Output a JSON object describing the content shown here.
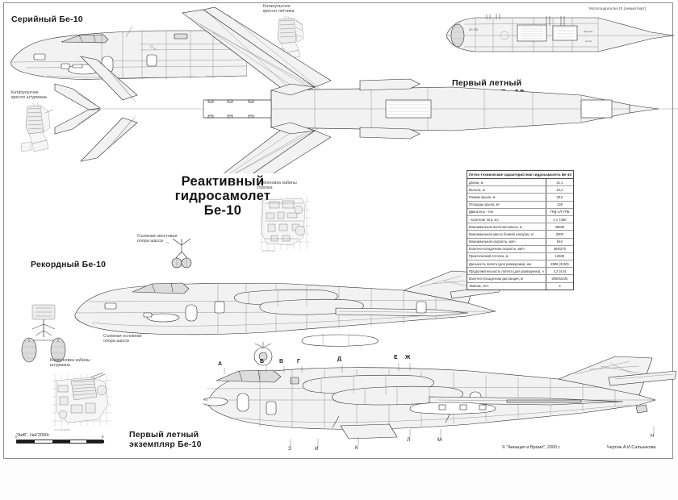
{
  "sheet": {
    "background": "#ffffff",
    "frame_color": "#8d8d8d"
  },
  "title": {
    "main": "Реактивный\nгидросамолет\nБе-10"
  },
  "view_labels": {
    "serial": "Серийный Бе-10",
    "record": "Рекордный Бе-10",
    "first_flight_top": "Первый летный\nэкземпляр Бе-10",
    "first_flight_bottom": "Первый летный\nэкземпляр Бе-10"
  },
  "callouts": {
    "navigator_seat": "Катапультное\nкресло штурмана",
    "pilot_seat": "Катапультное\nкресло летчика",
    "nacelle": "Мотогондола Бе-10 (левый борт)",
    "gunner_cockpit": "Компоновка кабины\nстрелка",
    "navigator_cockpit": "Компоновка кабины\nштурмана",
    "tail_gear": "Съемная хвостовая\nопора шасси",
    "main_gear": "Съемная основная\nопора шасси"
  },
  "spec_table": {
    "header": "Летно-технические характеристики гидросамолета Бе-10",
    "rows": [
      {
        "label": "Длина, м",
        "value": "31,1",
        "group_start": false
      },
      {
        "label": "Высота, м",
        "value": "10,2",
        "group_start": false
      },
      {
        "label": "Размах крыла, м",
        "value": "28,5",
        "group_start": false
      },
      {
        "label": "Площадь крыла, м²",
        "value": "130",
        "group_start": false
      },
      {
        "label": "Двигатель    - тип",
        "value": "ТРД АЛ-7ПБ",
        "group_start": true
      },
      {
        "label": "          - взлетная тяга, кгс",
        "value": "2 х 7350",
        "group_start": false
      },
      {
        "label": "Максимальная взлетная масса, кг",
        "value": "48500",
        "group_start": true
      },
      {
        "label": "Максимальная масса боевой нагрузки, кг",
        "value": "3000",
        "group_start": false
      },
      {
        "label": "Максимальная скорость, км/ч",
        "value": "910",
        "group_start": true
      },
      {
        "label": "Взлетно-посадочная скорость, км/ч",
        "value": "360/270",
        "group_start": false
      },
      {
        "label": "Практический потолок, м",
        "value": "12500",
        "group_start": false
      },
      {
        "label": "Дальность полета (для разведчика), км",
        "value": "2895 (3150)",
        "group_start": false
      },
      {
        "label": "Продолжительность полета (для разведчика), ч",
        "value": "4,2 (4,6)",
        "group_start": false
      },
      {
        "label": "Взлетно-посадочная дистанция, м",
        "value": "5080/2400",
        "group_start": false
      },
      {
        "label": "Экипаж, чел.",
        "value": "3",
        "group_start": false
      }
    ]
  },
  "section_letters": {
    "upper": [
      "А",
      "Б",
      "В",
      "Г",
      "Д",
      "Е",
      "Ж"
    ],
    "lower": [
      "З",
      "И",
      "К",
      "Л",
      "М",
      "Н"
    ]
  },
  "scale": {
    "start": "0",
    "end": "5"
  },
  "credits": {
    "source": "\"АиВ\", №4'2000г.",
    "copyright": "© \"Авиация и Время\", 2000 г.",
    "author": "Чертеж А.И.Сальникова"
  }
}
